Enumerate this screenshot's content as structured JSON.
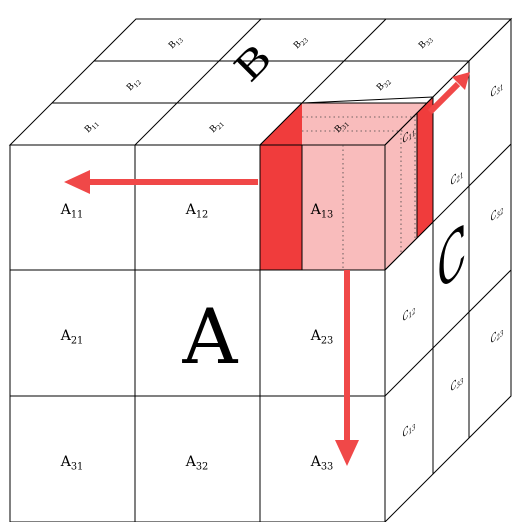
{
  "faces": {
    "A": {
      "letter": "A",
      "cells": [
        [
          "A",
          "11"
        ],
        [
          "A",
          "12"
        ],
        [
          "A",
          "13"
        ],
        [
          "A",
          "21"
        ],
        null,
        [
          "A",
          "23"
        ],
        [
          "A",
          "31"
        ],
        [
          "A",
          "32"
        ],
        [
          "A",
          "33"
        ]
      ]
    },
    "B": {
      "letter": "B",
      "cells": [
        [
          "B",
          "13"
        ],
        [
          "B",
          "23"
        ],
        [
          "B",
          "33"
        ],
        [
          "B",
          "12"
        ],
        null,
        [
          "B",
          "32"
        ],
        [
          "B",
          "11"
        ],
        [
          "B",
          "21"
        ],
        [
          "B",
          "31"
        ]
      ]
    },
    "C": {
      "letter": "C",
      "cells": [
        [
          "C",
          "11"
        ],
        [
          "C",
          "31"
        ],
        [
          "C",
          "12"
        ],
        [
          "C",
          "32"
        ],
        [
          "C",
          "13"
        ],
        [
          "C",
          "33"
        ],
        [
          "C",
          "21"
        ],
        [
          "C",
          "23"
        ]
      ]
    }
  },
  "highlight": {
    "fill_light": "#f9bcbc",
    "fill_dark": "#f03c3c",
    "arrow": "#f04848"
  }
}
